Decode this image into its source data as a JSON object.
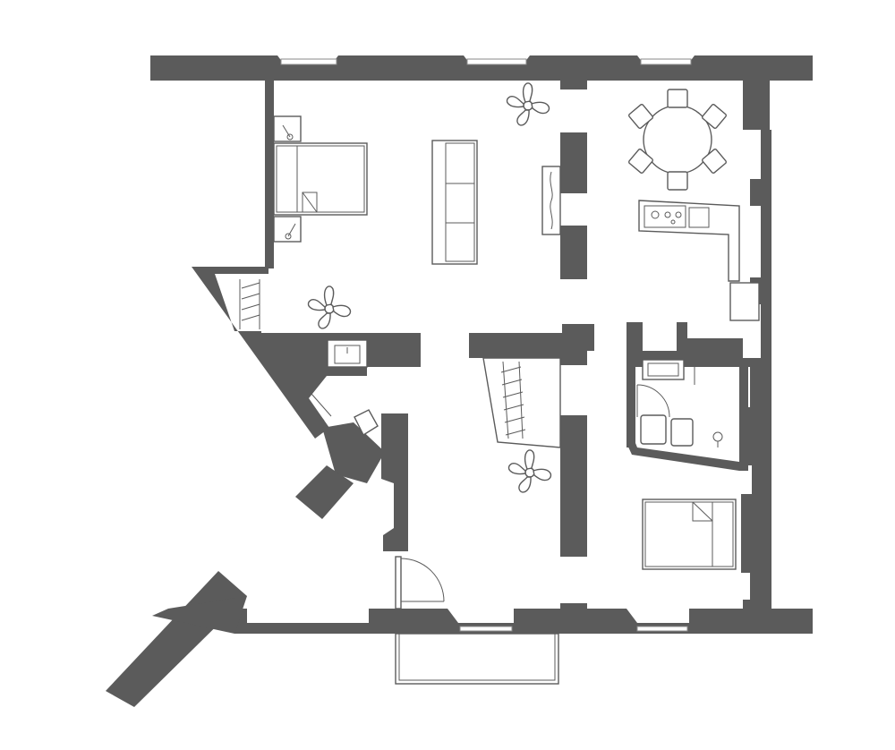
{
  "plan": {
    "labels_shown": false,
    "wall_color": "#5b5b5b",
    "fixture_stroke": "#5b5b5b",
    "background": "#ffffff",
    "rooms": [
      "bedroom-master",
      "living-room",
      "dining-kitchen",
      "hallway",
      "bathroom-ensuite",
      "bathroom",
      "bedroom-second",
      "walk-in-closet",
      "wardrobe",
      "balcony"
    ],
    "fixtures": [
      "double-bed",
      "double-bed",
      "sofa",
      "tv-console",
      "dining-table",
      "dining-chairs",
      "kitchen-counter",
      "cooktop",
      "kitchen-sink",
      "fridge",
      "ceiling-fan",
      "ceiling-fan",
      "ceiling-fan",
      "bathroom-sink",
      "toilet",
      "shower",
      "bathtub",
      "washbasin",
      "clothes-rail",
      "entry-door"
    ]
  }
}
